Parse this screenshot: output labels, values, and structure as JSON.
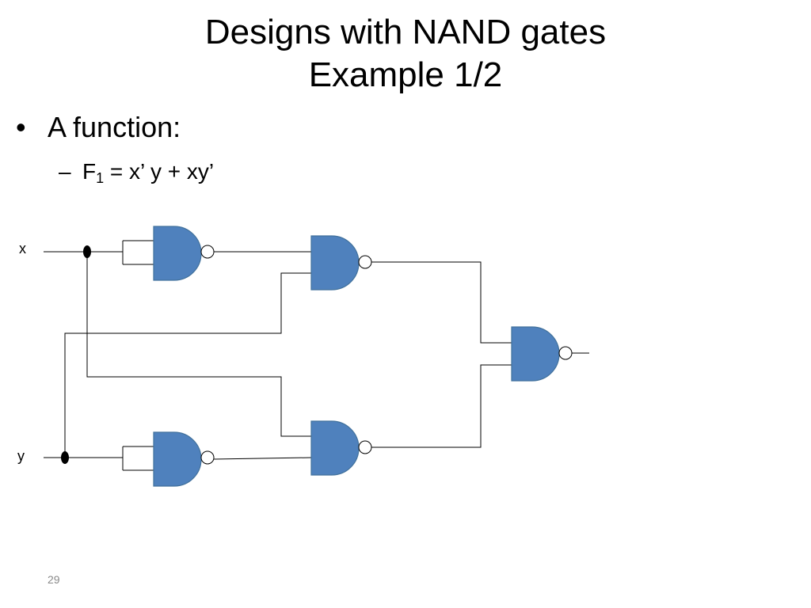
{
  "slide": {
    "title_line1": "Designs with NAND gates",
    "title_line2": "Example 1/2",
    "bullet": "•",
    "bullet_text": "A function:",
    "sub_dash": "–",
    "sub_f": "F",
    "sub_index": "1",
    "sub_expr": " = x’ y + xy’",
    "page_number": "29"
  },
  "circuit": {
    "input_x": "x",
    "input_y": "y",
    "gate_color": "#4f81bd",
    "gate_type": "NAND"
  }
}
